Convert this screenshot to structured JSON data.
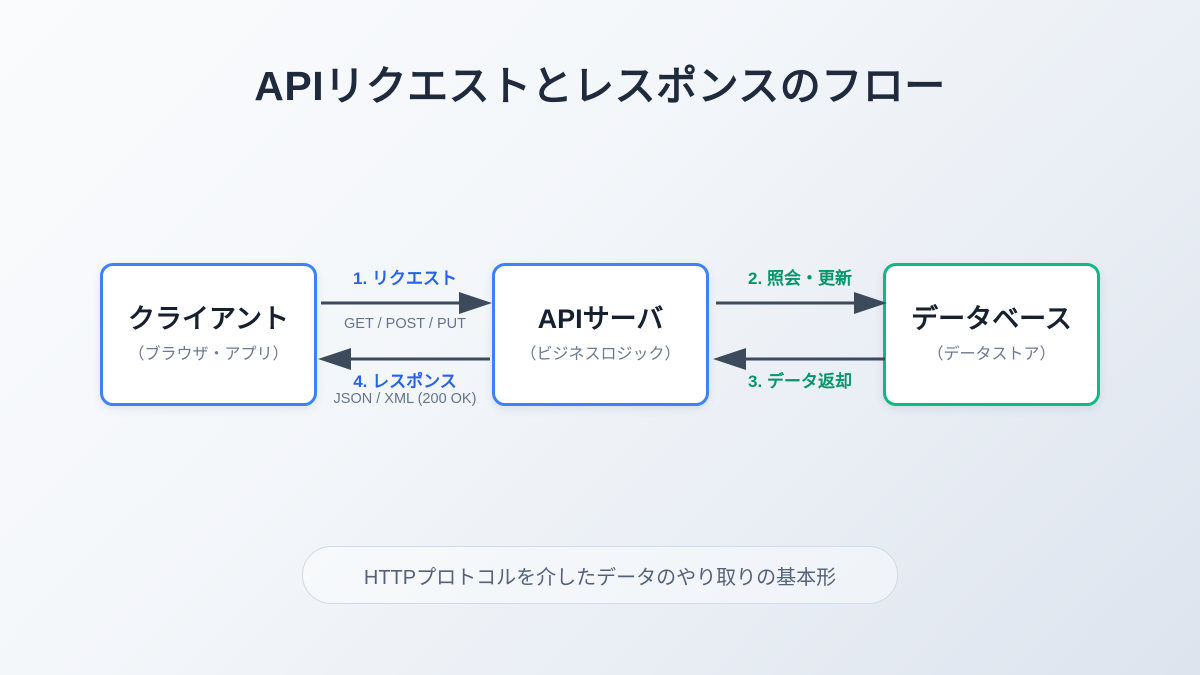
{
  "title": "APIリクエストとレスポンスのフロー",
  "colors": {
    "client_border": "#3b82f6",
    "server_border": "#3b82f6",
    "database_border": "#10b981",
    "request_label": "#2563eb",
    "query_label": "#059669",
    "arrow": "#3c4a5c",
    "title_text": "#1f2a3c"
  },
  "nodes": [
    {
      "name": "client",
      "title": "クライアント",
      "subtitle": "（ブラウザ・アプリ）"
    },
    {
      "name": "server",
      "title": "APIサーバ",
      "subtitle": "（ビジネスロジック）"
    },
    {
      "name": "database",
      "title": "データベース",
      "subtitle": "（データストア）"
    }
  ],
  "flows": [
    {
      "name": "request",
      "label": "1. リクエスト",
      "caption": "GET / POST / PUT",
      "direction": "right",
      "from": "client",
      "to": "server"
    },
    {
      "name": "response",
      "label": "4. レスポンス",
      "caption": "JSON / XML (200 OK)",
      "direction": "left",
      "from": "server",
      "to": "client"
    },
    {
      "name": "query",
      "label": "2. 照会・更新",
      "caption": "",
      "direction": "right",
      "from": "server",
      "to": "database"
    },
    {
      "name": "return",
      "label": "3. データ返却",
      "caption": "",
      "direction": "left",
      "from": "database",
      "to": "server"
    }
  ],
  "footer": {
    "text": "HTTPプロトコルを介したデータのやり取りの基本形"
  }
}
